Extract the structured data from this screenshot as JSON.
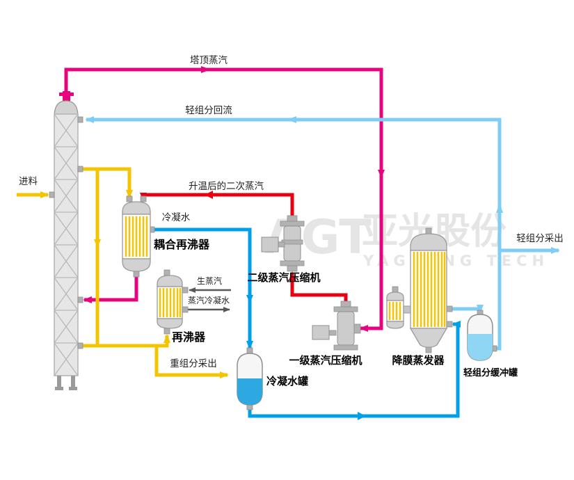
{
  "watermark": {
    "logo": "AGT",
    "cn": "亚光股份",
    "en": "YAGUANG TECH"
  },
  "streams": {
    "top_steam": "塔顶蒸汽",
    "light_reflux": "轻组分回流",
    "feed": "进料",
    "heated_secondary_steam": "升温后的二次蒸汽",
    "condensate_water": "冷凝水",
    "raw_steam": "生蒸汽",
    "steam_condensate": "蒸汽冷凝水",
    "heavy_product": "重组分采出",
    "light_product": "轻组分采出"
  },
  "equipment": {
    "coupled_reboiler": "耦合再沸器",
    "reboiler": "再沸器",
    "condensate_tank": "冷凝水罐",
    "secondary_compressor": "二级蒸汽压缩机",
    "primary_compressor": "一级蒸汽压缩机",
    "falling_film_evaporator": "降膜蒸发器",
    "light_buffer_tank": "轻组分缓冲罐"
  },
  "colors": {
    "overhead_steam_pink": "#e5047e",
    "compressed_steam_red": "#e60012",
    "condensate_blue": "#00a0e9",
    "light_component_blue": "#7ecef4",
    "process_yellow": "#f5c400",
    "utility_gray": "#595757",
    "equipment_gray": "#d2d2d2"
  }
}
